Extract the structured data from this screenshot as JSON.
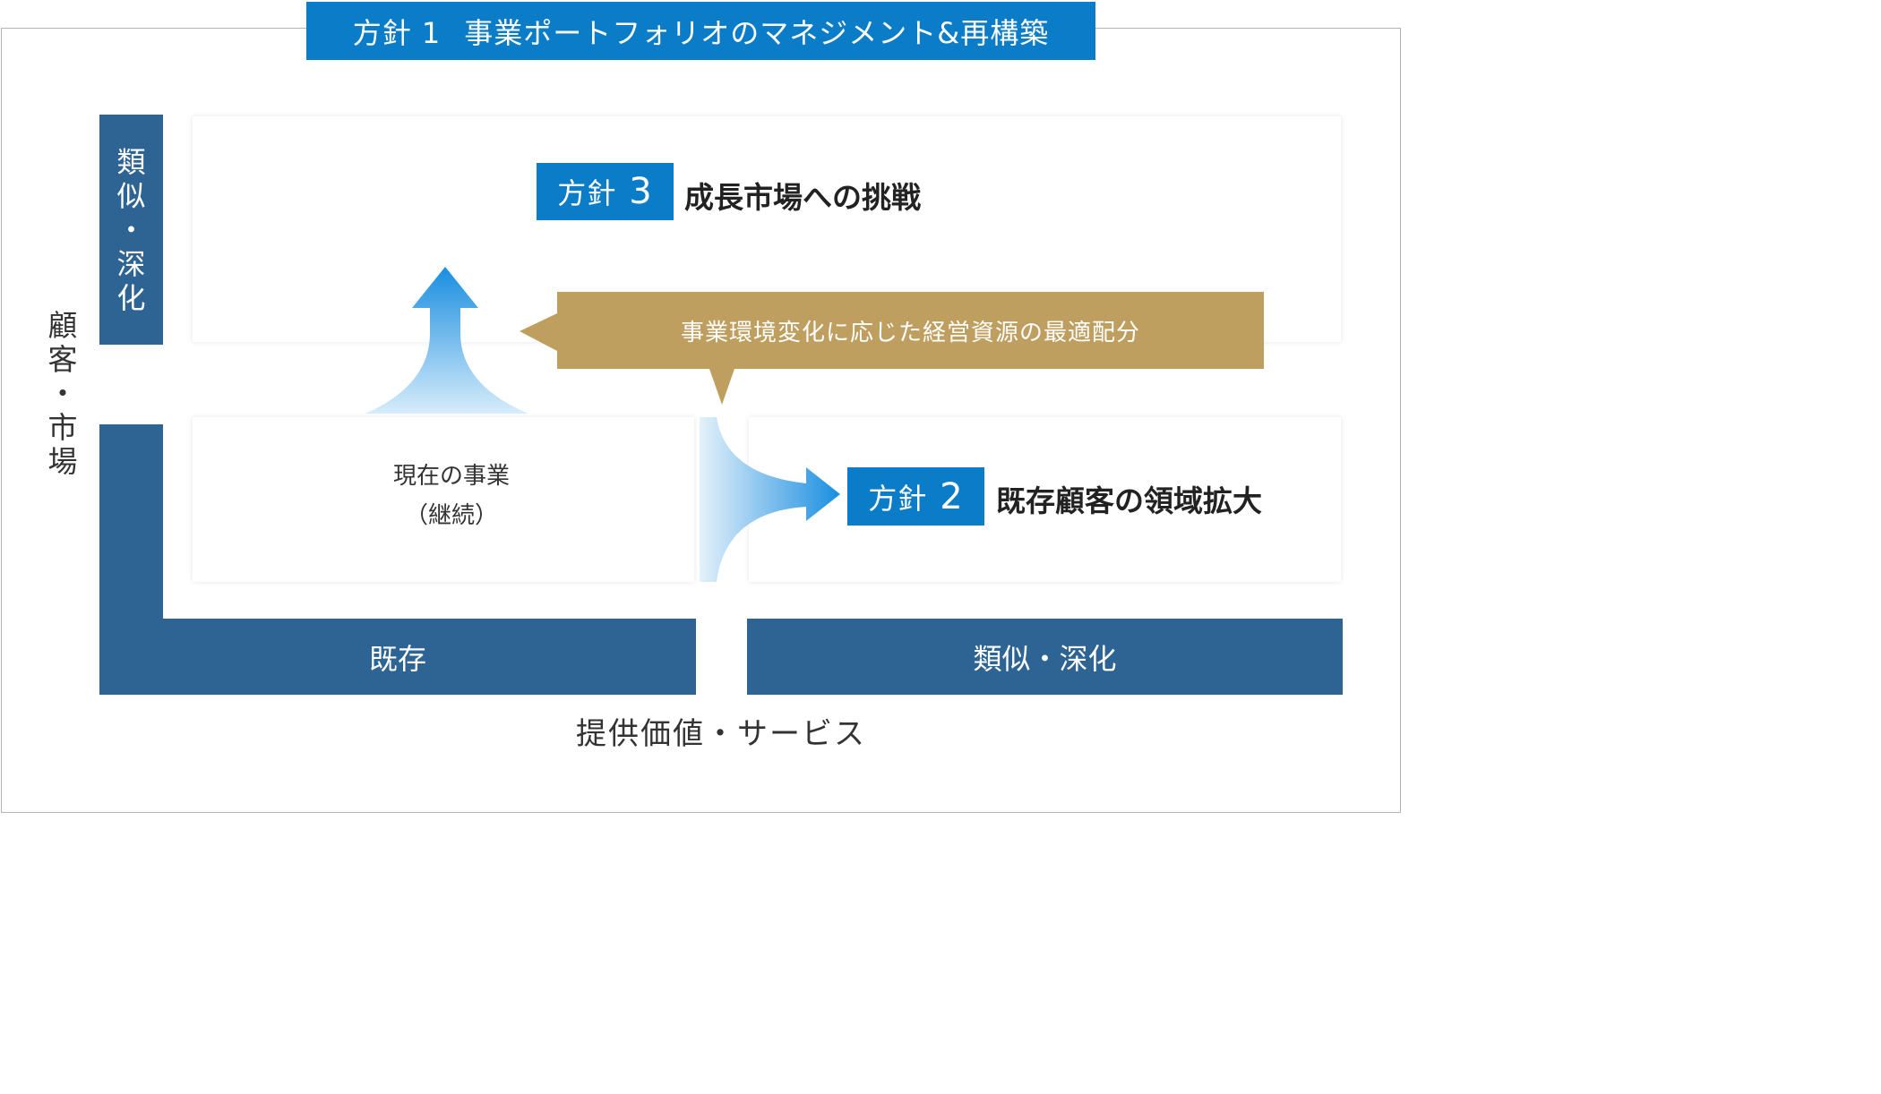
{
  "title": {
    "label": "事業ポートフォリオのマネジメント&再構築",
    "policy_prefix": "方針 1"
  },
  "y_axis": {
    "label_chars": [
      "顧",
      "客",
      "・",
      "市",
      "場"
    ],
    "upper_chars": [
      "類",
      "似",
      "・",
      "深",
      "化"
    ]
  },
  "x_axis": {
    "label": "提供価値・サービス",
    "existing": "既存",
    "similar": "類似・深化"
  },
  "policy3": {
    "prefix": "方針",
    "number": "3",
    "title": "成長市場への挑戦"
  },
  "policy2": {
    "prefix": "方針",
    "number": "2",
    "title": "既存顧客の領域拡大"
  },
  "current_business": {
    "line1": "現在の事業",
    "line2": "（継続）"
  },
  "callout": {
    "text": "事業環境変化に応じた経営資源の最適配分",
    "color": "#bf9f5f"
  },
  "colors": {
    "accent_blue": "#0b7cc7",
    "navy": "#2d6494",
    "gold": "#bf9f5f"
  }
}
